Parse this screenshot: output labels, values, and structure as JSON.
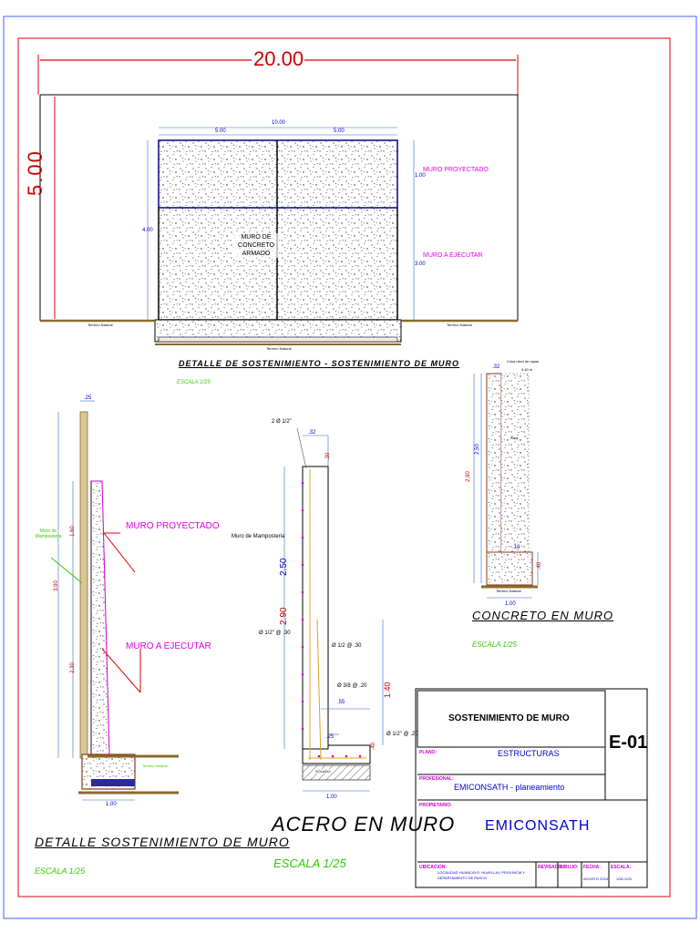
{
  "top": {
    "width_dim": "20.00",
    "height_dim": "5.00",
    "inner_dim": "10.00",
    "sub_dim_left": "5.00",
    "sub_dim_right": "5.00",
    "height_left": "4.00",
    "height_right_top": "1.00",
    "height_right_bot": "3.00",
    "label_projected": "MURO PROYECTADO",
    "label_execute": "MURO A EJECUTAR",
    "wall_label": "MURO DE CONCRETO ARMADO",
    "ground": "Terreno Natural",
    "ground_mid": "Terreno Natural",
    "ground_right": "Terreno Natural",
    "caption": "DETALLE DE SOSTENIMIENTO - SOSTENIMIENTO DE MURO",
    "scale": "ESCALA 1/25"
  },
  "left": {
    "top_dim": ".25",
    "label_mamp": "Muro de Mamposteria",
    "label_projected": "MURO PROYECTADO",
    "label_execute": "MURO A EJECUTAR",
    "dim_a": "1.60",
    "dim_b": "2.30",
    "dim_total": "3.90",
    "bottom_dim": "1.00",
    "ground": "Terreno Natural",
    "caption": "DETALLE SOSTENIMIENTO DE MURO",
    "scale": "ESCALA 1/25"
  },
  "mid": {
    "top_bar": "2 Ø 1/2\"",
    "top_dim": ".32",
    "dim_30": ".30",
    "label_mamp": "Muro de Mamposteria",
    "dim_250": "2.50",
    "dim_290": "2.90",
    "bar_left": "Ø 1/2\" @ .30",
    "bar_a": "Ø 1/2 @ .30",
    "bar_b": "Ø 3/8 @ .20",
    "dim_140": "1.40",
    "dim_55": ".55",
    "dim_25": ".25",
    "dim_40": ".40",
    "bar_right": "Ø 1/2\" @ .20",
    "solado": "SOLADO",
    "bottom_dim": "1.00",
    "caption": "ACERO EN MURO",
    "scale": "ESCALA 1/25"
  },
  "right": {
    "top_dim": ".32",
    "note": "Cima nivel de rayas",
    "note2": "0.40 m",
    "dim_a": "2.90",
    "dim_b": "2.50",
    "label_fill": "Area",
    "dim_10": ".10",
    "dim_40": ".40",
    "bottom_dim": "1.00",
    "ground": "Terreno Natural",
    "caption": "CONCRETO EN MURO",
    "scale": "ESCALA 1/25"
  },
  "titleblock": {
    "title": "SOSTENIMIENTO DE MURO",
    "code": "E-01",
    "plano_label": "PLANO:",
    "plano": "ESTRUCTURAS",
    "prof_label": "PROFESIONAL:",
    "prof": "EMICONSATH - planeamiento",
    "prop_label": "PROPIETARIO:",
    "prop": "EMICONSATH",
    "ubic_label": "UBICACION:",
    "ubic": "LOCALIDAD HUANCAYO, HUAYLLAY, PROVINCIA Y DEPARTAMENTO DE PASCO",
    "revisado_label": "REVISADO:",
    "dibujo_label": "DIBUJO:",
    "fecha_label": "FECHA:",
    "fecha": "AGOSTO 2024",
    "escala_label": "ESCALA:",
    "escala": "1/50,1/25"
  }
}
